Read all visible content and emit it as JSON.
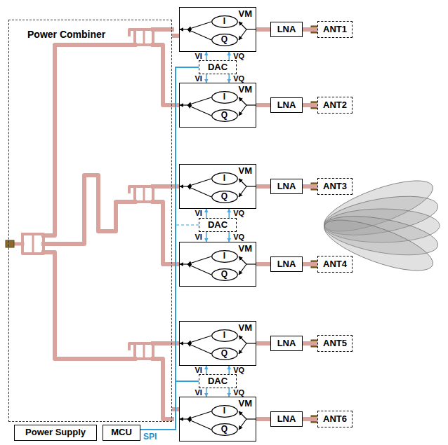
{
  "diagram": {
    "nodes": [
      {
        "text": [
          "Power Combiner"
        ]
      },
      {
        "text": [
          "VM"
        ]
      },
      {
        "text": [
          "I"
        ],
        "in": 1
      },
      {
        "text": [
          "Q"
        ],
        "in": 1
      },
      {
        "text": [
          "LNA"
        ]
      },
      {
        "text": [
          "ANT1"
        ]
      },
      {
        "text": [
          "VM"
        ]
      },
      {
        "text": [
          "I"
        ],
        "in": 6
      },
      {
        "text": [
          "Q"
        ],
        "in": 6
      },
      {
        "text": [
          "LNA"
        ]
      },
      {
        "text": [
          "ANT2"
        ]
      },
      {
        "text": [
          "VM"
        ]
      },
      {
        "text": [
          "I"
        ],
        "in": 11
      },
      {
        "text": [
          "Q"
        ],
        "in": 11
      },
      {
        "text": [
          "LNA"
        ]
      },
      {
        "text": [
          "ANT3"
        ]
      },
      {
        "text": [
          "VM"
        ]
      },
      {
        "text": [
          "I"
        ],
        "in": 16
      },
      {
        "text": [
          "Q"
        ],
        "in": 16
      },
      {
        "text": [
          "LNA"
        ]
      },
      {
        "text": [
          "ANT4"
        ]
      },
      {
        "text": [
          "VM"
        ]
      },
      {
        "text": [
          "I"
        ],
        "in": 21
      },
      {
        "text": [
          "Q"
        ],
        "in": 21
      },
      {
        "text": [
          "LNA"
        ]
      },
      {
        "text": [
          "ANT5"
        ]
      },
      {
        "text": [
          "VM"
        ]
      },
      {
        "text": [
          "I"
        ],
        "in": 26
      },
      {
        "text": [
          "Q"
        ],
        "in": 26
      },
      {
        "text": [
          "LNA"
        ]
      },
      {
        "text": [
          "ANT6"
        ]
      },
      {
        "text": [
          "DAC"
        ]
      },
      {
        "text": [
          "DAC"
        ]
      },
      {
        "text": [
          "DAC"
        ]
      },
      {
        "text": [
          "Power Supply"
        ]
      },
      {
        "text": [
          "MCU"
        ]
      }
    ],
    "edges": [
      {
        "from": 5,
        "to": 4,
        "arrow": "none"
      },
      {
        "from": 4,
        "to": 1,
        "arrow": "none"
      },
      {
        "from": 1,
        "to": 0,
        "arrow": "none"
      },
      {
        "from": 10,
        "to": 9,
        "arrow": "none"
      },
      {
        "from": 9,
        "to": 6,
        "arrow": "none"
      },
      {
        "from": 6,
        "to": 0,
        "arrow": "none"
      },
      {
        "from": 15,
        "to": 14,
        "arrow": "none"
      },
      {
        "from": 14,
        "to": 11,
        "arrow": "none"
      },
      {
        "from": 11,
        "to": 0,
        "arrow": "none"
      },
      {
        "from": 20,
        "to": 19,
        "arrow": "none"
      },
      {
        "from": 19,
        "to": 16,
        "arrow": "none"
      },
      {
        "from": 16,
        "to": 0,
        "arrow": "none"
      },
      {
        "from": 25,
        "to": 24,
        "arrow": "none"
      },
      {
        "from": 24,
        "to": 21,
        "arrow": "none"
      },
      {
        "from": 21,
        "to": 0,
        "arrow": "none"
      },
      {
        "from": 30,
        "to": 29,
        "arrow": "none"
      },
      {
        "from": 29,
        "to": 26,
        "arrow": "none"
      },
      {
        "from": 26,
        "to": 0,
        "arrow": "none"
      },
      {
        "from": 31,
        "to": 1,
        "label": "VI",
        "arrow": "to"
      },
      {
        "from": 31,
        "to": 1,
        "label": "VQ",
        "arrow": "to"
      },
      {
        "from": 31,
        "to": 6,
        "label": "VI",
        "arrow": "to"
      },
      {
        "from": 31,
        "to": 6,
        "label": "VQ",
        "arrow": "to"
      },
      {
        "from": 32,
        "to": 11,
        "label": "VI",
        "arrow": "to"
      },
      {
        "from": 32,
        "to": 11,
        "label": "VQ",
        "arrow": "to"
      },
      {
        "from": 32,
        "to": 16,
        "label": "VI",
        "arrow": "to"
      },
      {
        "from": 32,
        "to": 16,
        "label": "VQ",
        "arrow": "to"
      },
      {
        "from": 33,
        "to": 21,
        "label": "VI",
        "arrow": "to"
      },
      {
        "from": 33,
        "to": 21,
        "label": "VQ",
        "arrow": "to"
      },
      {
        "from": 33,
        "to": 26,
        "label": "VI",
        "arrow": "to"
      },
      {
        "from": 33,
        "to": 26,
        "label": "VQ",
        "arrow": "to"
      },
      {
        "from": 35,
        "to": 31,
        "arrow": "none"
      },
      {
        "from": 35,
        "to": 32,
        "arrow": "none"
      },
      {
        "from": 35,
        "to": 33,
        "arrow": "none"
      }
    ],
    "labels": [
      "SPI"
    ]
  }
}
